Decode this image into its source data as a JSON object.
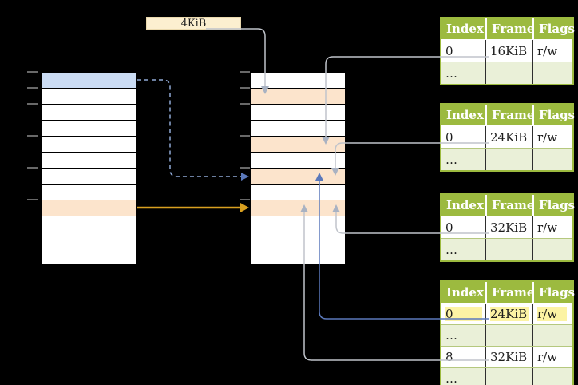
{
  "note": {
    "label": "4KiB"
  },
  "colors": {
    "canvas-bg": "#000000",
    "green": "#9cba3f",
    "green-light": "#eaf0d8",
    "header-text": "#ffffff",
    "cell-text": "#1c1c1c",
    "note-bg": "#fcefd0",
    "note-border": "#ead9ae",
    "row-blue": "#cbdcf4",
    "row-orange": "#fce4cc",
    "row-white": "#ffffff",
    "mem-border": "#000000",
    "arrow-gray": "#c0c4cb",
    "arrowhead-gray": "#a9b2c2",
    "arrow-blue": "#5b79bb",
    "arrow-blue-dash": "#8fa9d6",
    "arrow-orange": "#d9a020",
    "tick": "#8a8a8a",
    "highlight": "#fcf3a4"
  },
  "left_memory": {
    "row_count": 12,
    "blue_rows": [
      0
    ],
    "orange_rows": [
      8
    ]
  },
  "middle_memory": {
    "row_count": 12,
    "blue_rows": [],
    "orange_rows": [
      1,
      4,
      6,
      8
    ]
  },
  "page_tables": [
    {
      "headers": [
        "Index",
        "Frame",
        "Flags"
      ],
      "rows": [
        {
          "index": "0",
          "frame": "16KiB",
          "flags": "r/w"
        },
        {
          "index": "…",
          "frame": "",
          "flags": ""
        }
      ]
    },
    {
      "headers": [
        "Index",
        "Frame",
        "Flags"
      ],
      "rows": [
        {
          "index": "0",
          "frame": "24KiB",
          "flags": "r/w"
        },
        {
          "index": "…",
          "frame": "",
          "flags": ""
        }
      ]
    },
    {
      "headers": [
        "Index",
        "Frame",
        "Flags"
      ],
      "rows": [
        {
          "index": "0",
          "frame": "32KiB",
          "flags": "r/w"
        },
        {
          "index": "…",
          "frame": "",
          "flags": ""
        }
      ]
    },
    {
      "headers": [
        "Index",
        "Frame",
        "Flags"
      ],
      "rows": [
        {
          "index": "0",
          "frame": "24KiB",
          "flags": "r/w",
          "highlighted": true
        },
        {
          "index": "…",
          "frame": "",
          "flags": ""
        },
        {
          "index": "8",
          "frame": "32KiB",
          "flags": "r/w"
        },
        {
          "index": "…",
          "frame": "",
          "flags": ""
        }
      ]
    }
  ]
}
